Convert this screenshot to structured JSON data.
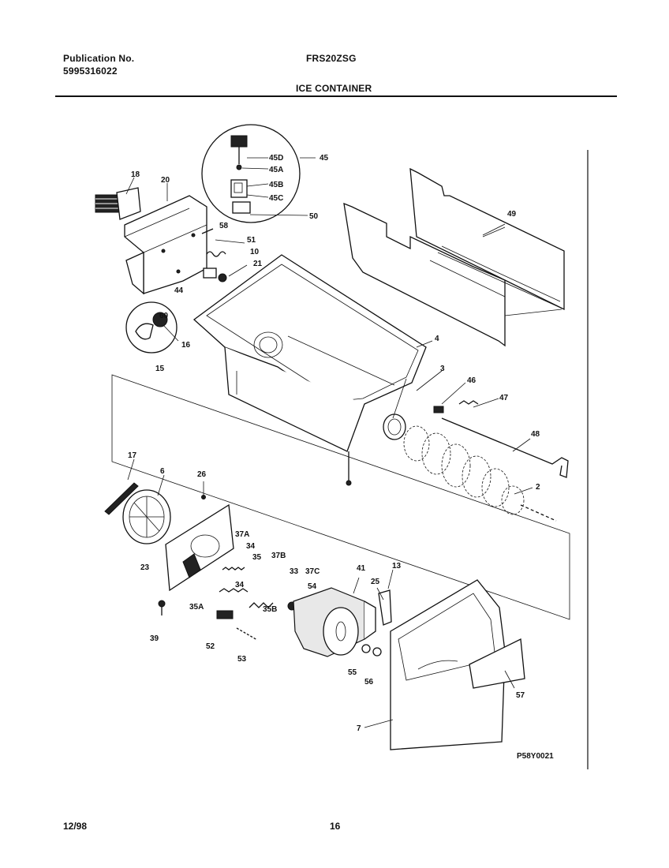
{
  "header": {
    "publication_label": "Publication No.",
    "publication_number": "5995316022",
    "model": "FRS20ZSG",
    "section_title": "ICE CONTAINER"
  },
  "footer": {
    "date": "12/98",
    "page": "16"
  },
  "diagram_id": "P58Y0021",
  "callouts": {
    "c1": "18",
    "c2": "20",
    "c3": "45",
    "c4": "45D",
    "c5": "45A",
    "c6": "45B",
    "c7": "45C",
    "c8": "50",
    "c9": "49",
    "c10": "58",
    "c11": "51",
    "c12": "10",
    "c13": "21",
    "c14": "44",
    "c15": "4",
    "c16": "60",
    "c17": "16",
    "c18": "15",
    "c19": "3",
    "c20": "46",
    "c21": "47",
    "c22": "48",
    "c23": "17",
    "c24": "6",
    "c25": "26",
    "c26": "2",
    "c27": "37A",
    "c28": "34",
    "c29": "35",
    "c30": "37B",
    "c31": "23",
    "c32": "33",
    "c33": "37C",
    "c34": "41",
    "c35": "25",
    "c36": "13",
    "c37": "54",
    "c38": "34",
    "c39": "35A",
    "c40": "35B",
    "c41": "39",
    "c42": "52",
    "c43": "53",
    "c44": "55",
    "c45": "56",
    "c46": "57",
    "c47": "7"
  }
}
